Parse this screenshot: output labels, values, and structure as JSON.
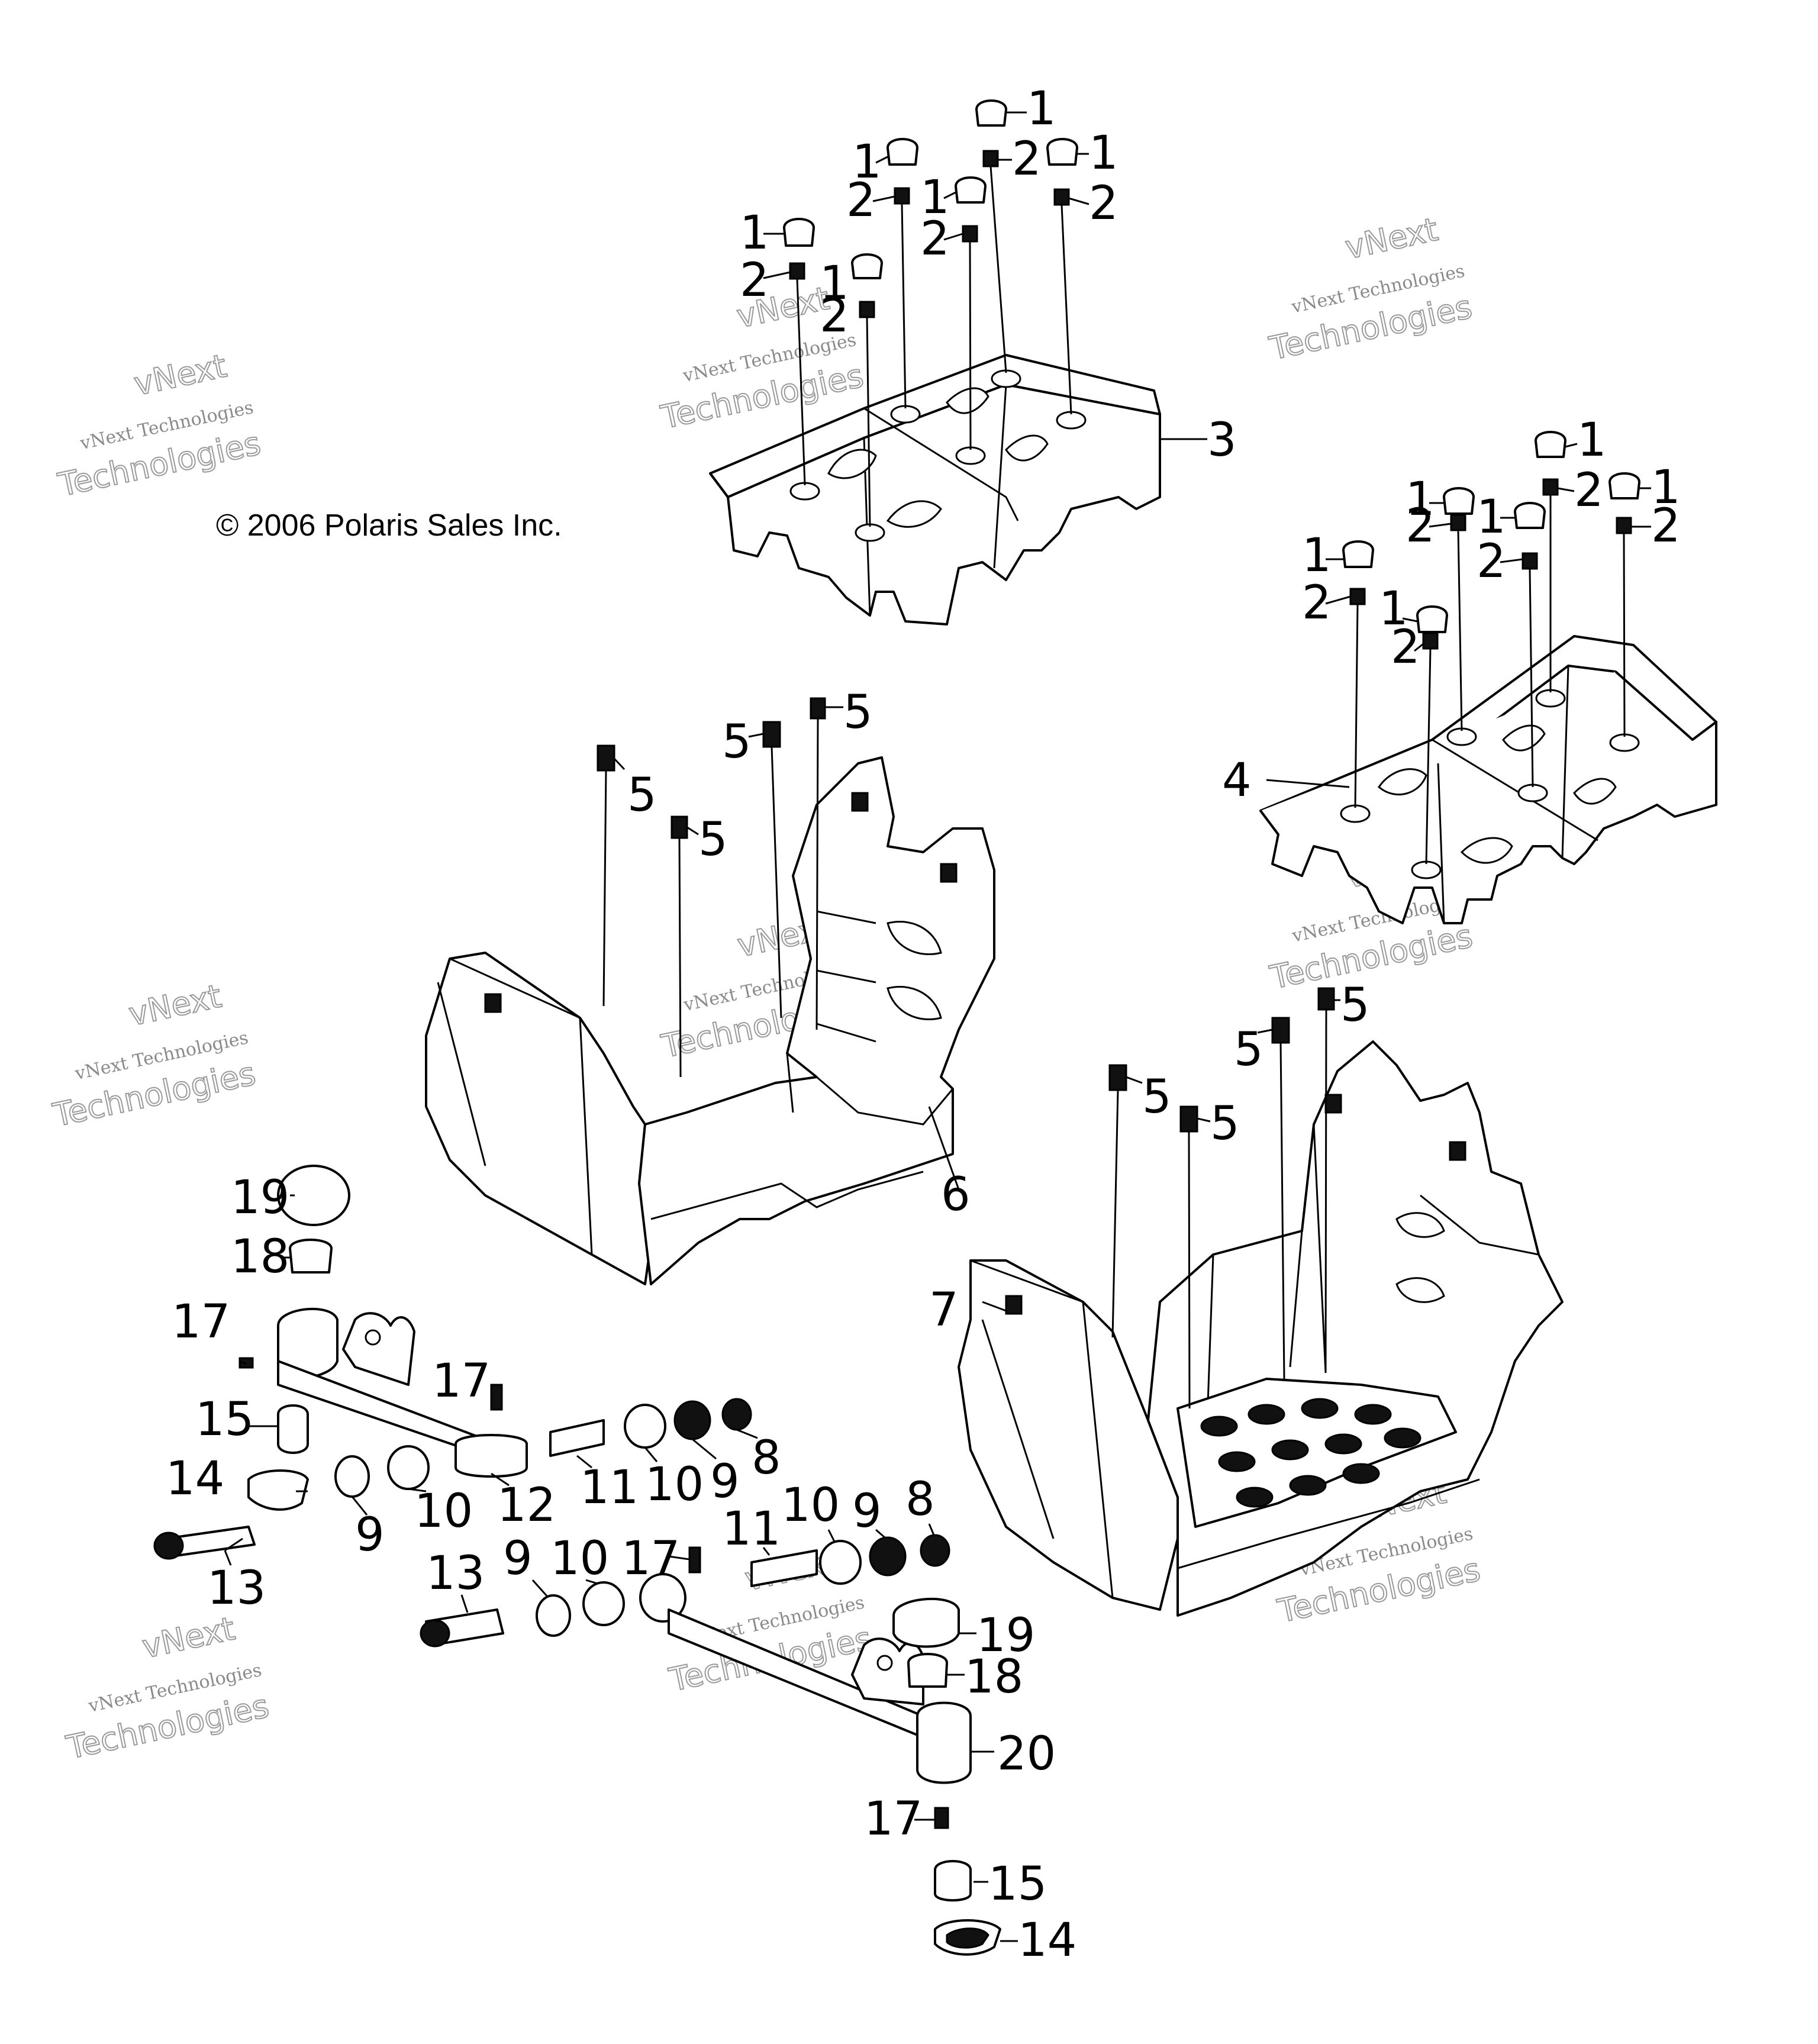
{
  "copyright": "© 2006 Polaris Sales Inc.",
  "watermark": {
    "line1": "vNext Technologies",
    "line2": "Technologies",
    "top": "vNext"
  },
  "callouts": {
    "c1": "1",
    "c2": "2",
    "c3": "3",
    "c4": "4",
    "c5": "5",
    "c6": "6",
    "c7": "7",
    "c8": "8",
    "c9": "9",
    "c10": "10",
    "c11": "11",
    "c12": "12",
    "c13": "13",
    "c14": "14",
    "c15": "15",
    "c17": "17",
    "c18": "18",
    "c19": "19",
    "c20": "20"
  }
}
